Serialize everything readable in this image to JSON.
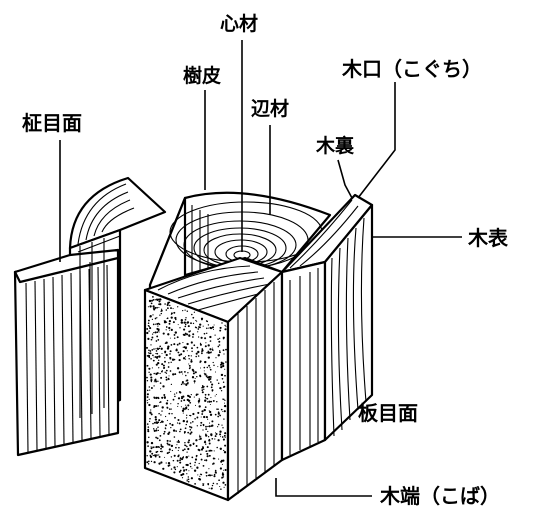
{
  "labels": {
    "heartwood": "心材",
    "bark": "樹皮",
    "sapwood": "辺材",
    "end_grain": "木口（こぐち）",
    "quarter_sawn_face": "柾目面",
    "back_side": "木裏",
    "face_side": "木表",
    "flat_sawn_face": "板目面",
    "edge": "木端（こば）"
  },
  "colors": {
    "ink": "#000000",
    "paper": "#ffffff"
  }
}
